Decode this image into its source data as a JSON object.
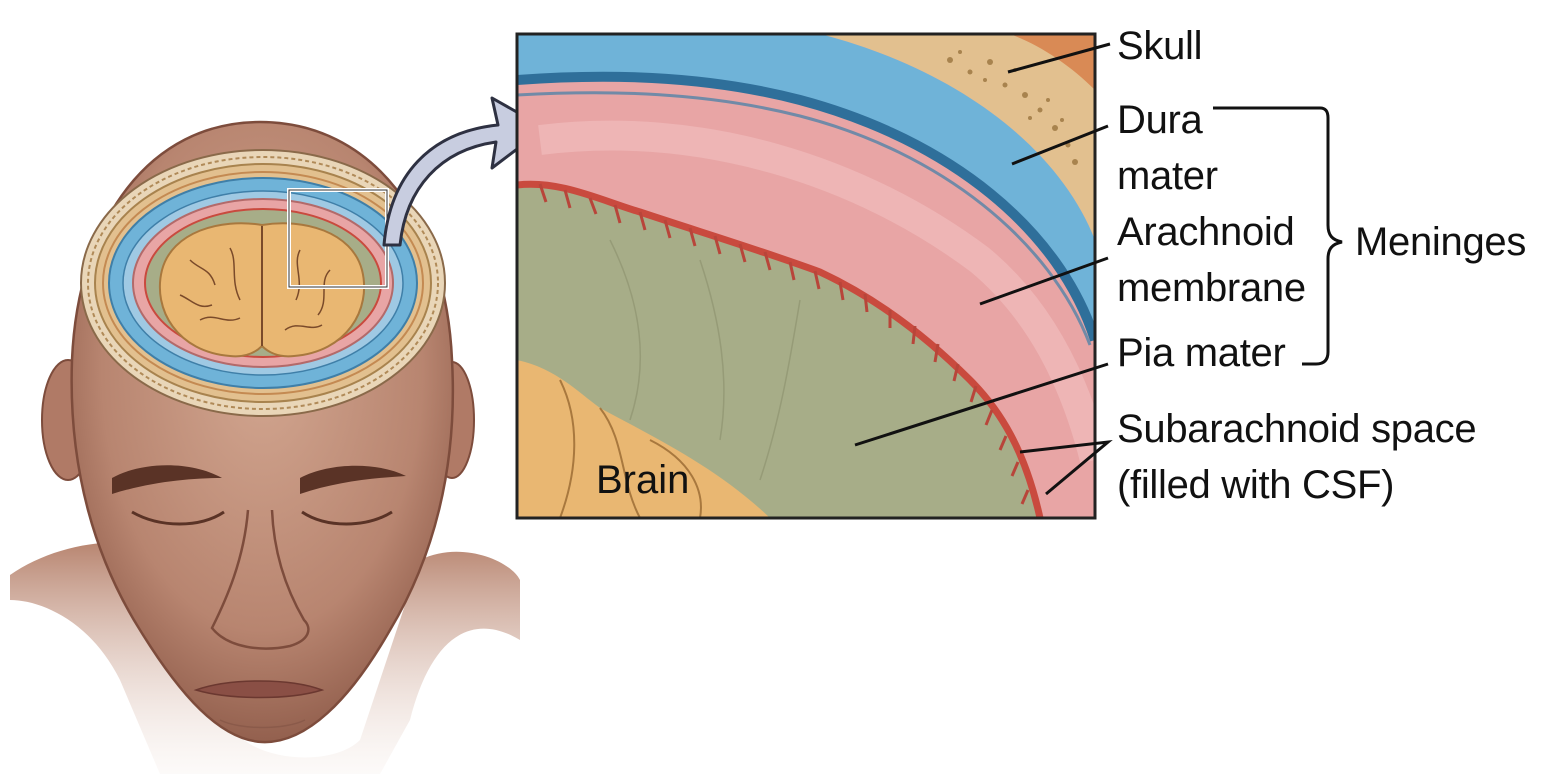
{
  "labels": {
    "skull": "Skull",
    "dura_line1": "Dura",
    "dura_line2": "mater",
    "arachnoid_line1": "Arachnoid",
    "arachnoid_line2": "membrane",
    "pia": "Pia mater",
    "subarachnoid_line1": "Subarachnoid space",
    "subarachnoid_line2": "(filled with CSF)",
    "meninges": "Meninges",
    "brain": "Brain"
  },
  "colors": {
    "skin": "#c99a85",
    "skin_shadow": "#8a5a4a",
    "skull_bone": "#e2c08f",
    "dura_blue": "#6fb3d8",
    "arachnoid_pink": "#e8a5a5",
    "pia_red": "#c94a3e",
    "csf_green": "#a7ad88",
    "brain_tan": "#e9b772",
    "arrow_fill": "#c8cde0"
  }
}
